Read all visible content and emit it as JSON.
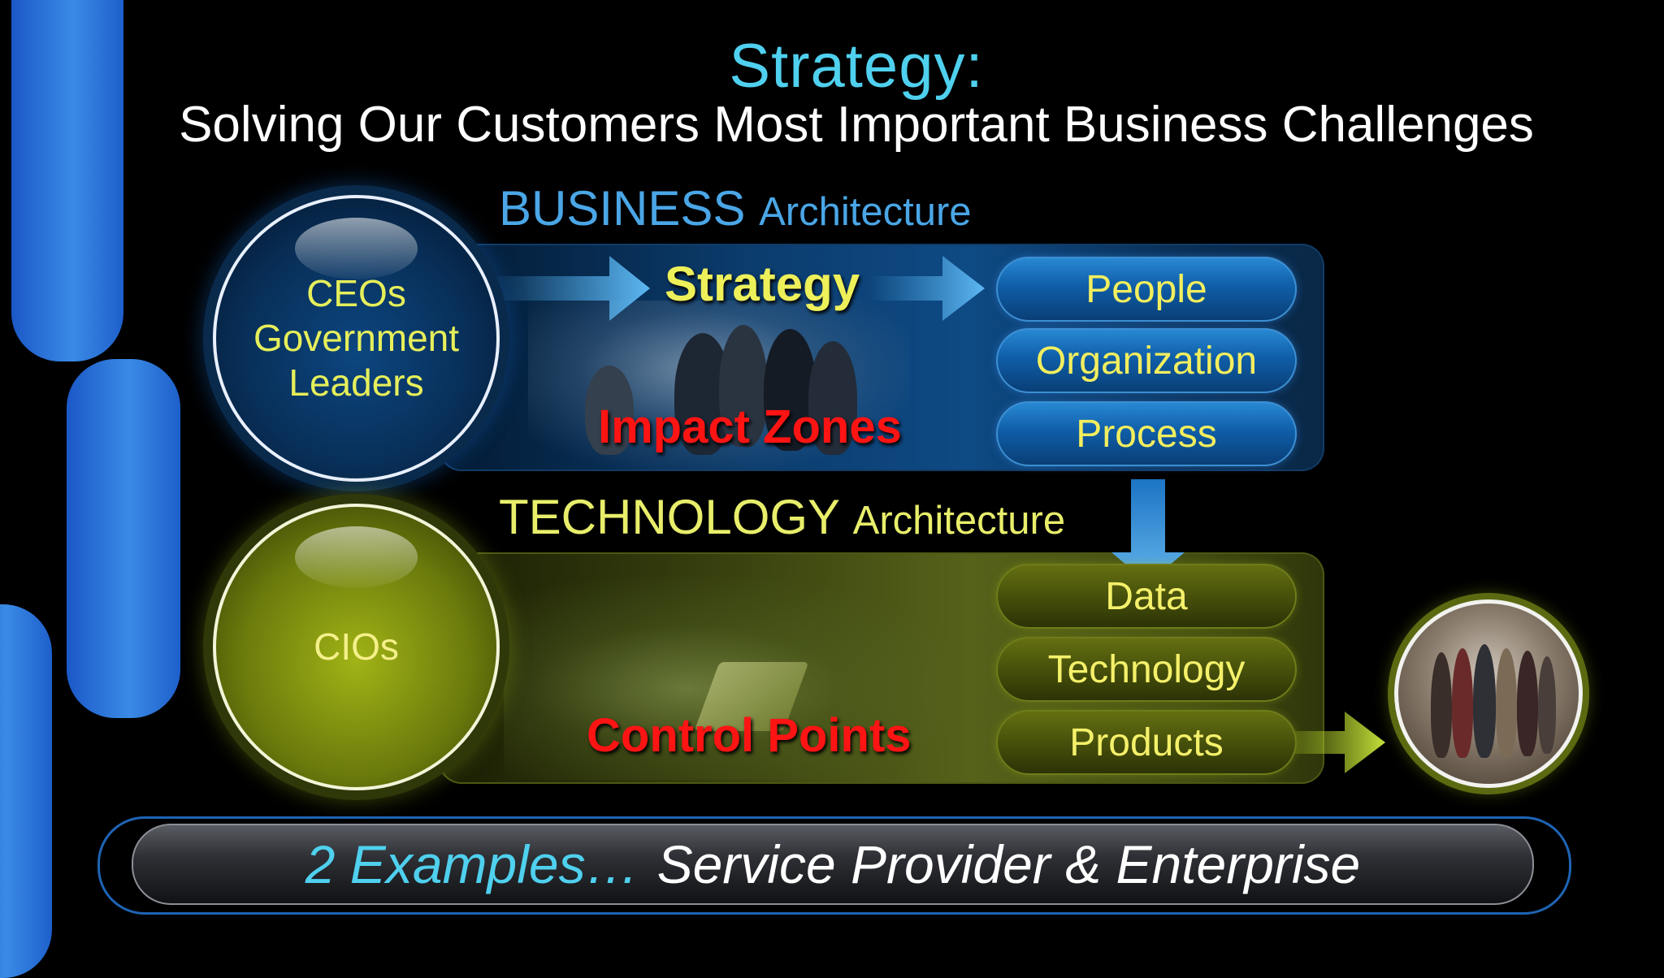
{
  "title": "Strategy:",
  "subtitle": "Solving Our Customers Most Important Business Challenges",
  "business": {
    "heading": "BUSINESS",
    "heading_suffix": "Architecture",
    "circle_lines": [
      "CEOs",
      "Government",
      "Leaders"
    ],
    "center_label": "Strategy",
    "zone_label": "Impact Zones",
    "stack": [
      "People",
      "Organization",
      "Process"
    ]
  },
  "technology": {
    "heading": "TECHNOLOGY",
    "heading_suffix": "Architecture",
    "circle_label": "CIOs",
    "zone_label": "Control Points",
    "stack": [
      "Data",
      "Technology",
      "Products"
    ]
  },
  "footer": {
    "lead": "2 Examples…",
    "rest": "Service Provider & Enterprise"
  },
  "colors": {
    "title": "#4fd0ee",
    "business_heading": "#4aa6e6",
    "technology_heading": "#e8ee6a",
    "label_yellow": "#f2ee5e",
    "zone_red": "#ff1414",
    "footer_lead": "#4fd0ee",
    "footer_rest": "#ffffff"
  }
}
